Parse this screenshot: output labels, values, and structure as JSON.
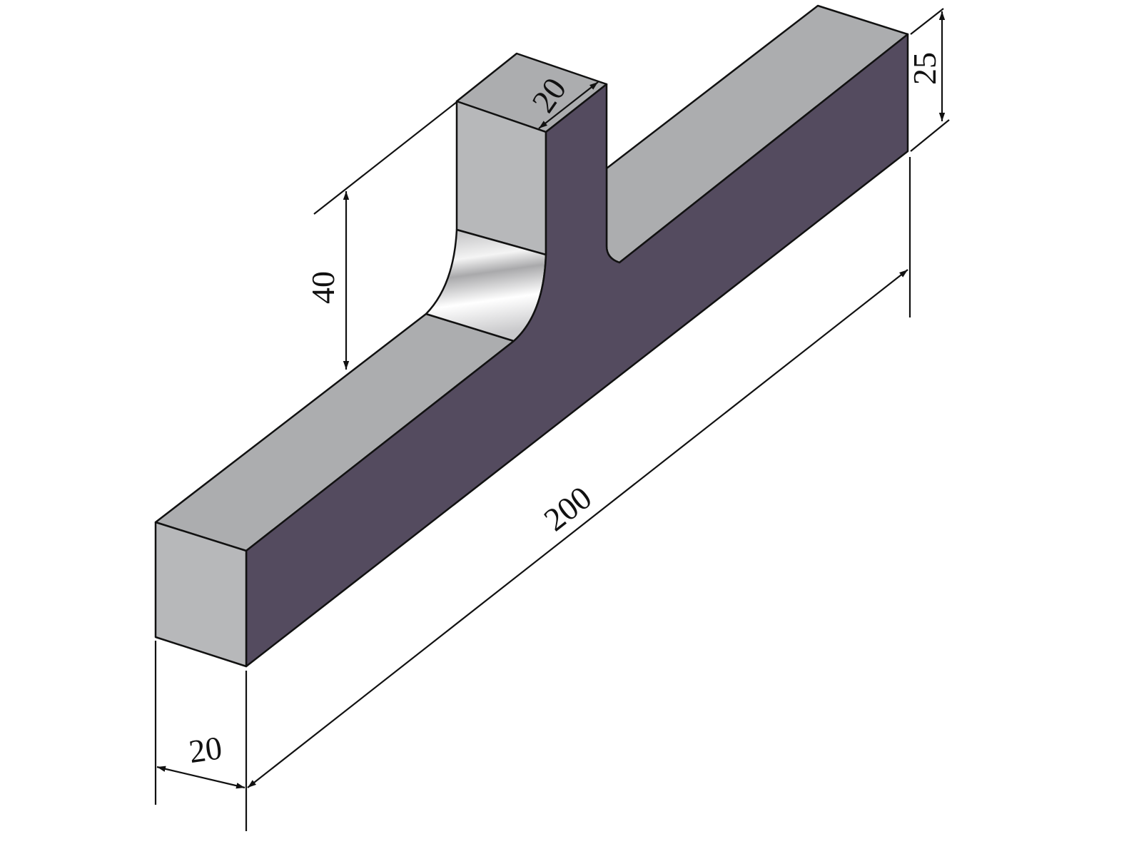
{
  "colors": {
    "light_face": "#b7b8ba",
    "top_face": "#acadaf",
    "dark_face": "#544b5f",
    "line": "#111111"
  },
  "dimensions": {
    "stem_width": "20",
    "stem_height": "40",
    "bar_height": "25",
    "bar_length": "200",
    "bar_width": "20"
  }
}
